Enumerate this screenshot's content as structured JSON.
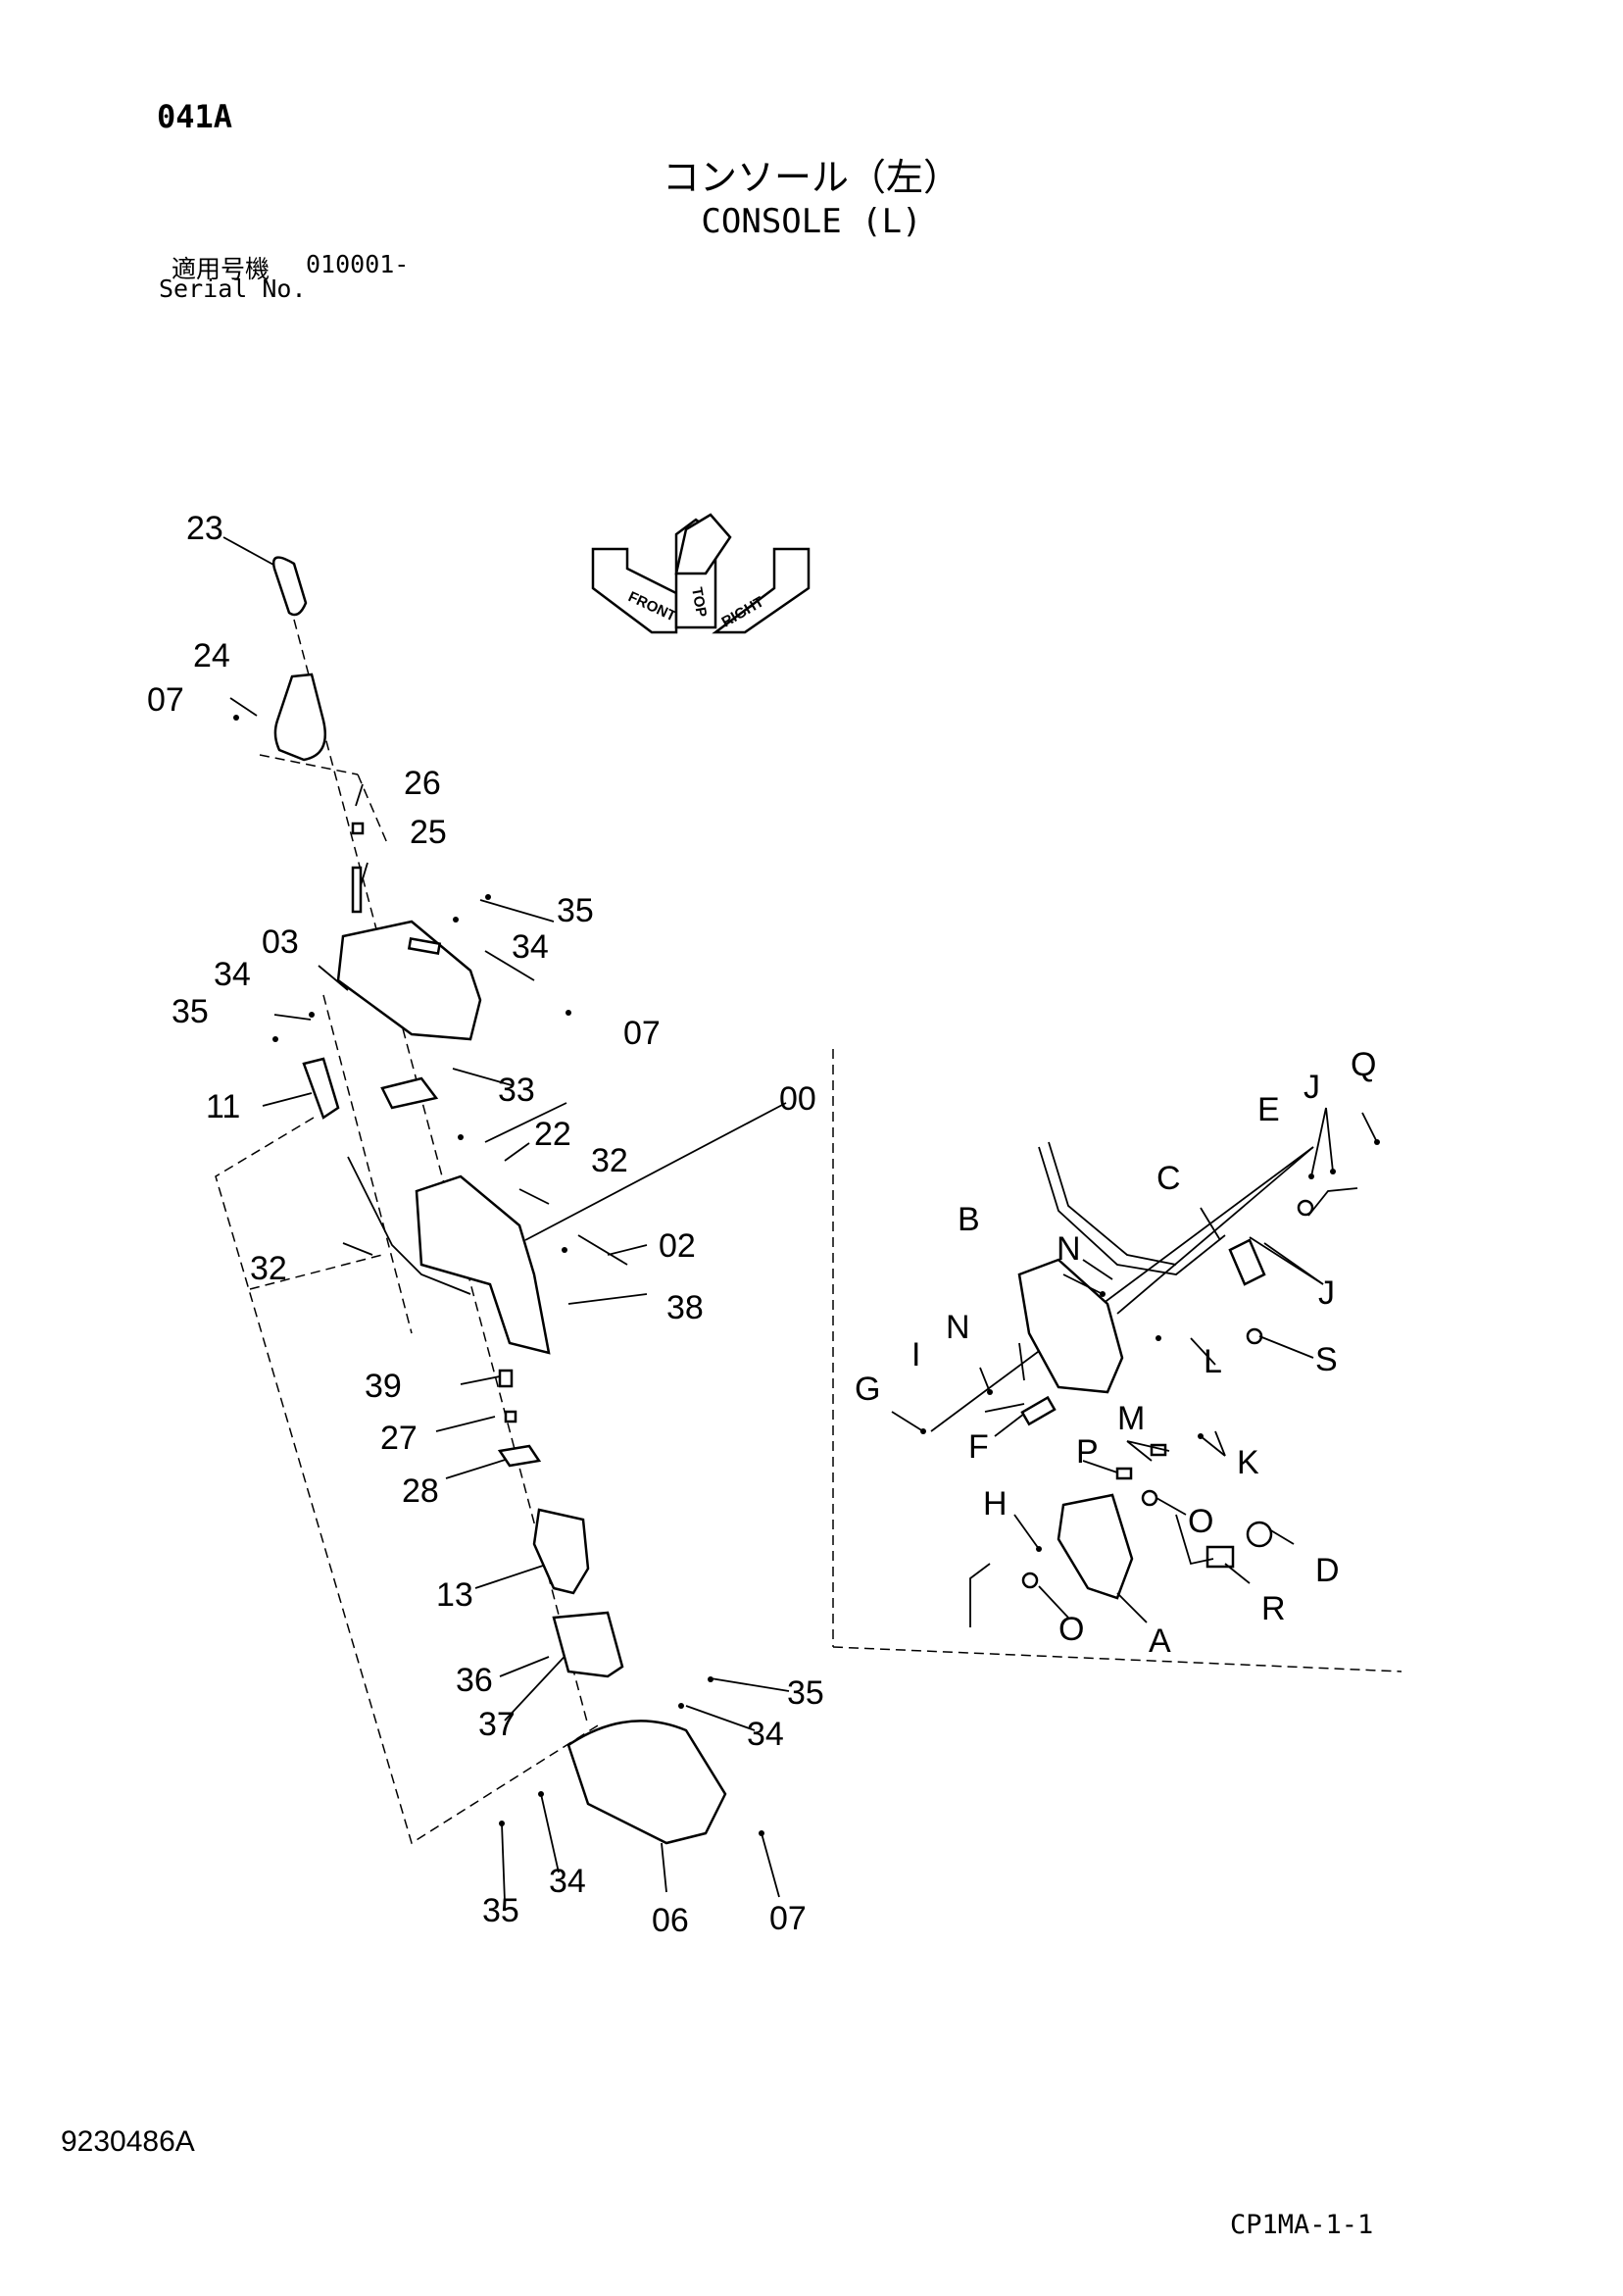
{
  "page_code": "041A",
  "title_ja": "コンソール（左）",
  "title_en": "CONSOLE (L)",
  "serial_label_ja": "適用号機",
  "serial_value": "010001-",
  "serial_label_en": "Serial No.",
  "drawing_number": "9230486A",
  "page_ref": "CP1MA-1-1",
  "orientation": {
    "front": "FRONT",
    "top": "TOP",
    "right": "RIGHT"
  },
  "labels": {
    "l23": "23",
    "l24": "24",
    "l07a": "07",
    "l26": "26",
    "l25": "25",
    "l35a": "35",
    "l34a": "34",
    "l03": "03",
    "l34b": "34",
    "l35b": "35",
    "l07b": "07",
    "l11": "11",
    "l33": "33",
    "l22": "22",
    "l32a": "32",
    "l00": "00",
    "l32b": "32",
    "l02": "02",
    "l38": "38",
    "l39": "39",
    "l27": "27",
    "l28": "28",
    "l13": "13",
    "l36": "36",
    "l37": "37",
    "l35c": "35",
    "l34c": "34",
    "l35d": "35",
    "l34d": "34",
    "l06": "06",
    "l07c": "07",
    "lQ": "Q",
    "lJa": "J",
    "lE": "E",
    "lC": "C",
    "lB": "B",
    "lNa": "N",
    "lJb": "J",
    "lNb": "N",
    "lI": "I",
    "lG": "G",
    "lL": "L",
    "lS": "S",
    "lF": "F",
    "lM": "M",
    "lP": "P",
    "lK": "K",
    "lH": "H",
    "lOa": "O",
    "lD": "D",
    "lR": "R",
    "lOb": "O",
    "lA": "A"
  }
}
